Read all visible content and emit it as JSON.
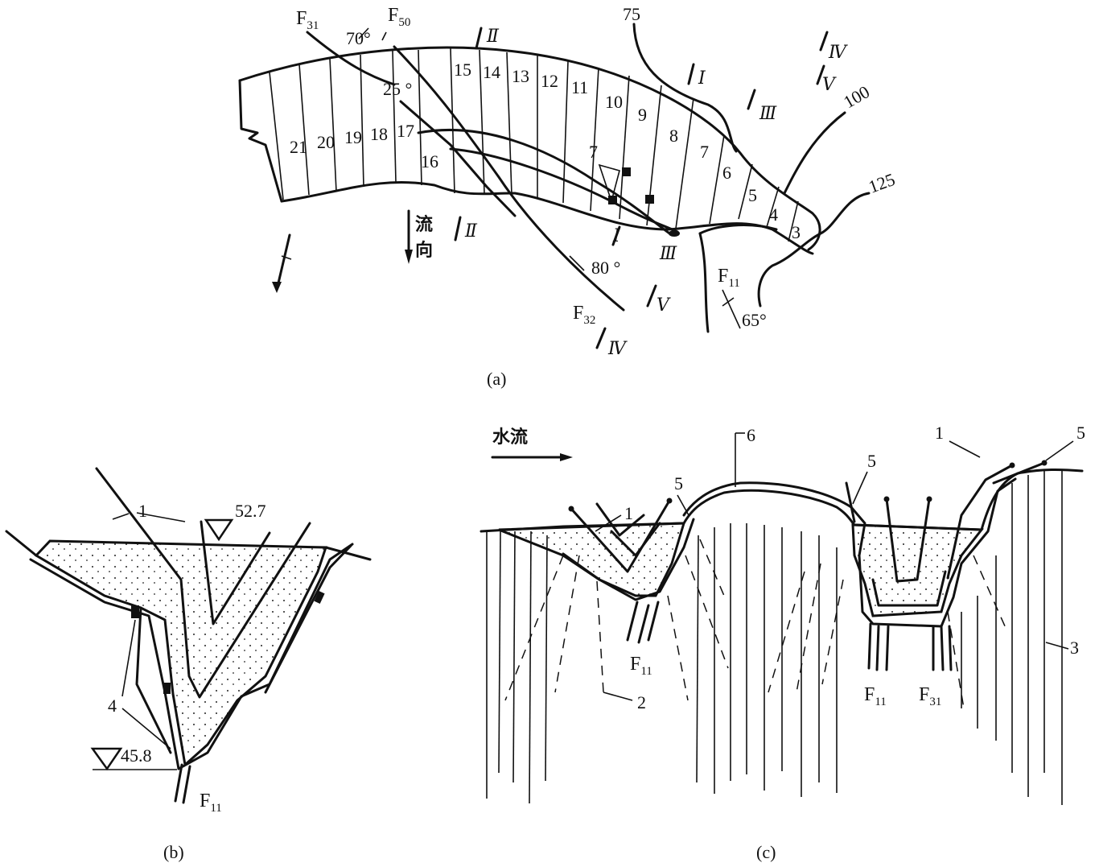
{
  "panel_a": {
    "caption": "(a)",
    "blocks": [
      "21",
      "20",
      "19",
      "18",
      "17",
      "16",
      "15",
      "14",
      "13",
      "12",
      "11",
      "10",
      "9",
      "8",
      "7",
      "6",
      "5",
      "4",
      "3",
      "7"
    ],
    "contours": [
      "75",
      "100",
      "125"
    ],
    "faults": {
      "f31_main": "F",
      "f31_sub": "31",
      "f50_main": "F",
      "f50_sub": "50",
      "f32_main": "F",
      "f32_sub": "32",
      "f11_main": "F",
      "f11_sub": "11"
    },
    "angles": [
      "70°",
      "25 °",
      "80 °",
      "65°"
    ],
    "sections": [
      "Ⅱ",
      "Ⅱ",
      "Ⅰ",
      "Ⅲ",
      "Ⅳ",
      "Ⅴ",
      "Ⅰ",
      "Ⅲ",
      "Ⅴ",
      "Ⅳ"
    ],
    "flow_chars": [
      "流",
      "向"
    ]
  },
  "panel_b": {
    "caption": "(b)",
    "elev_top": "52.7",
    "elev_bottom": "45.8",
    "labels": [
      "1",
      "4"
    ],
    "fault_main": "F",
    "fault_sub": "11"
  },
  "panel_c": {
    "caption": "(c)",
    "flow": "水流",
    "labels": [
      "5",
      "1",
      "6",
      "5",
      "1",
      "5",
      "2",
      "3"
    ],
    "faults": {
      "f11a_main": "F",
      "f11a_sub": "11",
      "f11b_main": "F",
      "f11b_sub": "11",
      "f31_main": "F",
      "f31_sub": "31"
    }
  }
}
